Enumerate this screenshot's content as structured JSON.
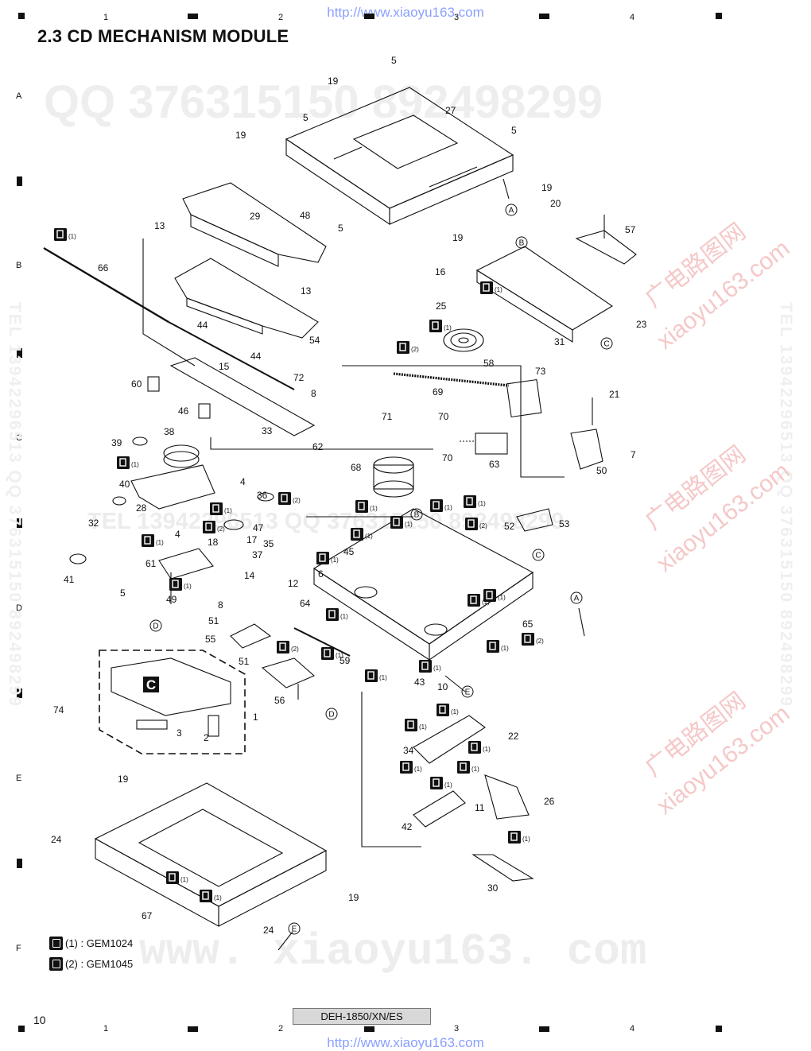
{
  "header": {
    "url": "http://www.xiaoyu163.com",
    "title": "2.3  CD MECHANISM MODULE"
  },
  "grid": {
    "columns": [
      "1",
      "2",
      "3",
      "4"
    ],
    "rows": [
      "A",
      "B",
      "C",
      "D",
      "E",
      "F"
    ]
  },
  "watermarks": {
    "qq": "QQ 376315150   892498299",
    "tel_left": "TEL 13942296513  QQ 376315150  892498299",
    "tel_right": "TEL 13942296513  QQ 376315150  892498299",
    "cn1": "广电路图网",
    "cn2": "xiaoyu163.com",
    "big": "www. xiaoyu163. com",
    "mid": "TEL 13942296513  QQ 376315150  892498299"
  },
  "diagram": {
    "subassembly_label": "C",
    "callouts": [
      "1",
      "2",
      "3",
      "4",
      "5",
      "6",
      "7",
      "8",
      "10",
      "11",
      "12",
      "13",
      "14",
      "15",
      "16",
      "17",
      "18",
      "19",
      "20",
      "21",
      "22",
      "23",
      "24",
      "25",
      "26",
      "27",
      "28",
      "29",
      "30",
      "31",
      "32",
      "33",
      "34",
      "35",
      "36",
      "37",
      "38",
      "39",
      "40",
      "41",
      "42",
      "43",
      "44",
      "45",
      "46",
      "47",
      "48",
      "49",
      "50",
      "51",
      "52",
      "53",
      "54",
      "55",
      "56",
      "57",
      "58",
      "59",
      "60",
      "61",
      "62",
      "63",
      "64",
      "65",
      "66",
      "67",
      "68",
      "69",
      "70",
      "71",
      "72",
      "73",
      "74"
    ],
    "reference_marks": [
      "A",
      "B",
      "C",
      "D",
      "E"
    ],
    "grease_marks": [
      "(1)",
      "(2)"
    ]
  },
  "legend": [
    {
      "mark": "(1)",
      "text": "(1) : GEM1024"
    },
    {
      "mark": "(2)",
      "text": "(2) : GEM1045"
    }
  ],
  "footer": {
    "page": "10",
    "model": "DEH-1850/XN/ES",
    "url": "http://www.xiaoyu163.com"
  }
}
